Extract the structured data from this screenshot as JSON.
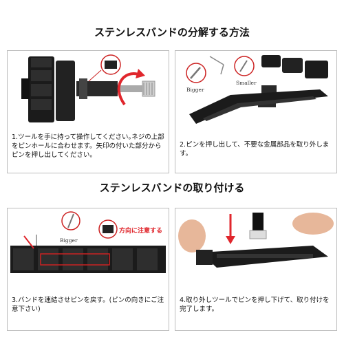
{
  "section1": {
    "title": "ステンレスバンドの分解する方法"
  },
  "section2": {
    "title": "ステンレスバンドの取り付ける"
  },
  "steps": [
    {
      "caption": "1.ツールを手に持って操作してください｡ネジの上部をピンホールに合わせます。矢印の付いた部分からピンを押し出してください。"
    },
    {
      "caption": "2.ピンを押し出して、不要な金属部品を取り外します。",
      "labels": {
        "bigger": "Bigger",
        "smaller": "Smaller"
      }
    },
    {
      "caption": "3.バンドを連結させピンを戻す。(ピンの向きにご注意下さい)",
      "labels": {
        "bigger": "Bigger",
        "direction": "方向に注意する"
      }
    },
    {
      "caption": "4.取り外しツールでピンを押し下げて、取り付けを完了します。"
    }
  ],
  "colors": {
    "accent": "#e0262c",
    "metal": "#1b1b1b"
  }
}
